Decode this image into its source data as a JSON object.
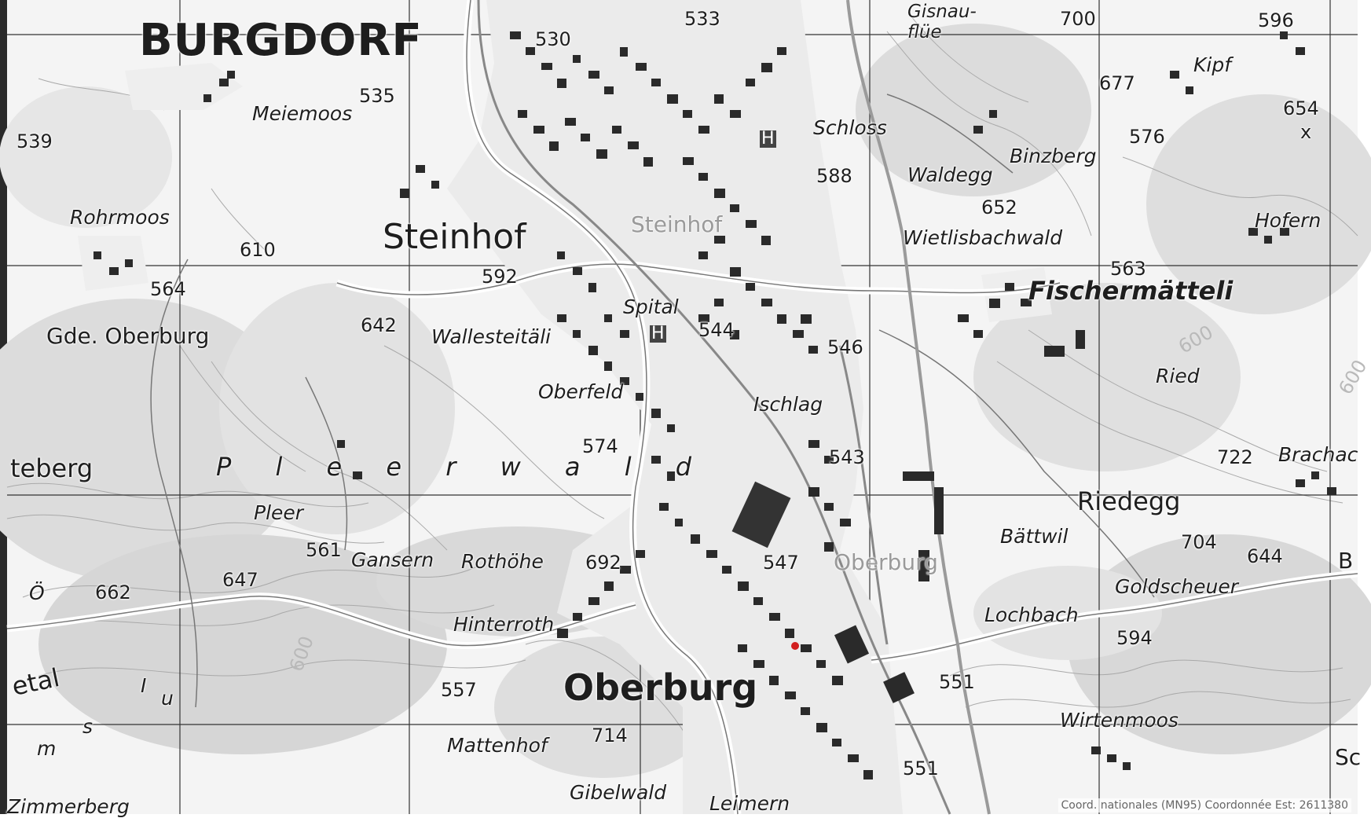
{
  "map": {
    "towns": [
      {
        "name": "BURGDORF"
      },
      {
        "name": "Steinhof"
      },
      {
        "name": "Oberburg"
      },
      {
        "name": "Riedegg"
      },
      {
        "name": "Fischermätteli"
      },
      {
        "name": "Gde. Oberburg"
      },
      {
        "name": "Steinhof"
      },
      {
        "name": "Oberburg"
      }
    ],
    "places": [
      "Meiemoos",
      "Rohrmoos",
      "Wallesteitäli",
      "Spital",
      "Oberfeld",
      "Ischlag",
      "Schloss",
      "Waldegg",
      "Binzberg",
      "Wietlisbachwald",
      "Hofern",
      "Kipf",
      "Ried",
      "Brachac",
      "Bättwil",
      "Goldscheuer",
      "Lochbach",
      "Wirtenmoos",
      "Pleer",
      "Gansern",
      "Rothöhe",
      "Hinterroth",
      "Mattenhof",
      "Gibelwald",
      "Leimern",
      "Zimmerberg",
      "Gisnau-",
      "flüe",
      "teberg",
      "etal",
      "Sc"
    ],
    "forest": "P l e e r w a l d",
    "elevations": [
      "530",
      "533",
      "535",
      "539",
      "610",
      "564",
      "592",
      "642",
      "544",
      "546",
      "588",
      "652",
      "677",
      "576",
      "654",
      "596",
      "700",
      "563",
      "574",
      "543",
      "547",
      "561",
      "647",
      "662",
      "692",
      "722",
      "704",
      "644",
      "594",
      "551",
      "557",
      "714",
      "551"
    ],
    "contours": [
      "600",
      "600",
      "600"
    ],
    "misc_symbols": [
      "H",
      "H",
      "x",
      "Ö",
      "u",
      "m",
      "s",
      "I",
      "B"
    ],
    "coord_note": "Coord. nationales (MN95) Coordonnée Est: 2611380"
  }
}
